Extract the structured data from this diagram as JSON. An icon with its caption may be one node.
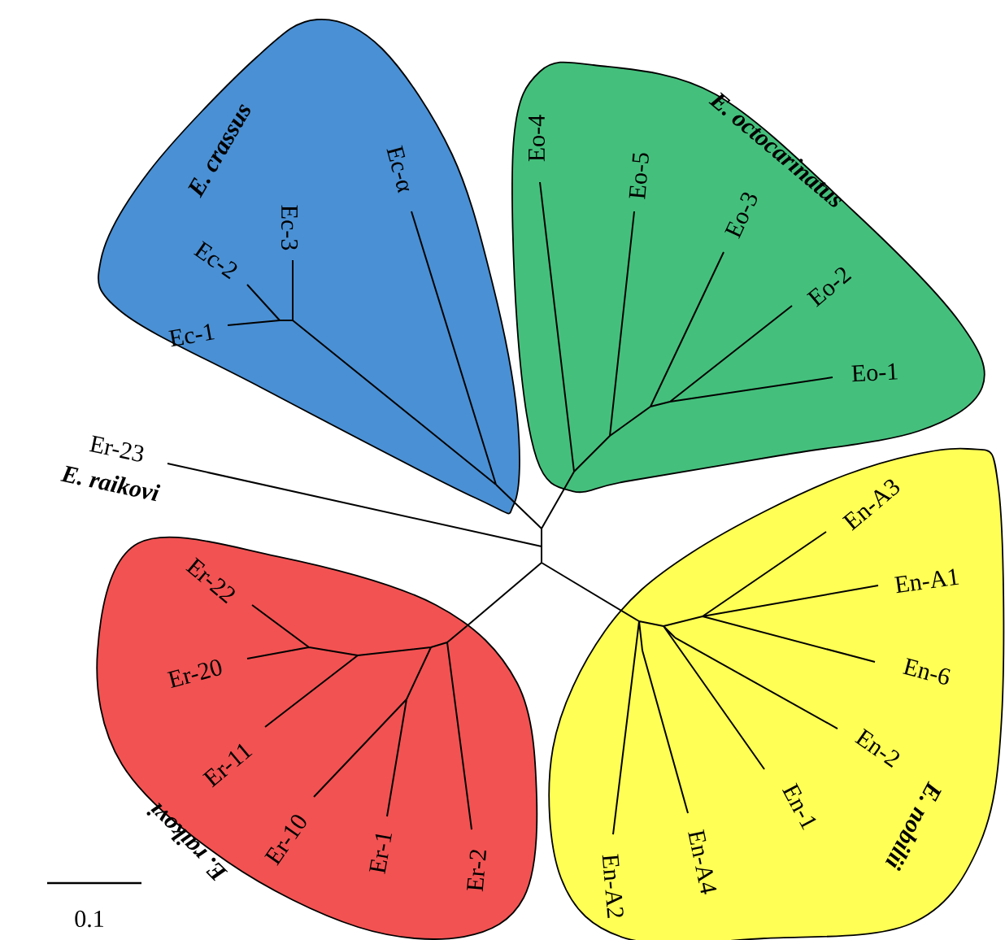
{
  "diagram": {
    "nodes": [
      {
        "text": [
          "E. crassus",
          "Ec-α",
          "Ec-3",
          "Ec-2",
          "Ec-1"
        ]
      },
      {
        "text": [
          "E. octocarinatus",
          "Eo-4",
          "Eo-5",
          "Eo-3",
          "Eo-2",
          "Eo-1"
        ]
      },
      {
        "text": [
          "E. raikovi",
          "Er-22",
          "Er-20",
          "Er-11",
          "Er-10",
          "Er-1",
          "Er-2"
        ]
      },
      {
        "text": [
          "E. nobilii",
          "En-A3",
          "En-A1",
          "En-6",
          "En-2",
          "En-1",
          "En-A4",
          "En-A2"
        ]
      }
    ],
    "labels": [
      "Er-23",
      "E. raikovi",
      "0.1"
    ]
  }
}
